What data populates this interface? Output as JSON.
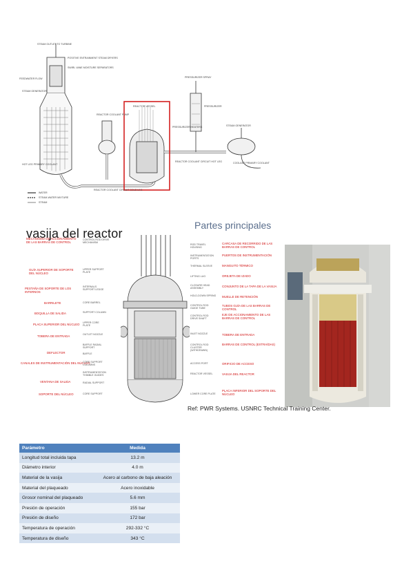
{
  "top_figure": {
    "labels": {
      "steam_outlet": "STEAM OUTLET TO TURBINE",
      "positive_entrainment": "POSITIVE ENTRAINMENT STEAM DRYERS",
      "swirl_vane": "SWIRL VANE MOISTURE SEPARATORS",
      "feedwater_flow": "FEEDWATER FLOW",
      "steam_generator": "STEAM GENERATOR",
      "reactor_coolant_pump": "REACTOR COOLANT PUMP",
      "reactor_vessel": "REACTOR VESSEL",
      "pressurizer_spray": "PRESSURIZER SPRAY",
      "pressurizer": "PRESSURIZER",
      "pressurizer_heaters": "PRESSURIZER HEATERS",
      "steam_generator_right": "STEAM GENERATOR",
      "hot_leg": "HOT LEG PRIMARY COOLANT",
      "coolant_primary": "COOLANT PRIMARY COOLANT",
      "rcs_hot_leg": "REACTOR COOLANT CIRCUIT HOT LEG",
      "rcs_cold_leg": "REACTOR COOLANT CIRCUIT COLD LEG"
    },
    "legend": [
      "WATER",
      "STEAM-WATER MIXTURE",
      "STEAM"
    ]
  },
  "middle_figure": {
    "title_left": "vasija del reactor",
    "title_right": "Partes principales",
    "left_labels_red": [
      "MECANISMO DE ACCIONAMIENTO DE LAS BARRAS DE CONTROL",
      "GUÍA SUPERIOR DE SOPORTE DEL NÚCLEO",
      "PESTAÑA DE SOPORTE DE LOS INTERNOS",
      "BARRILETE",
      "BOQUILLA DE SALIDA",
      "PLACA SUPERIOR DEL NÚCLEO",
      "TOBERA DE ENTRADA",
      "DEFLECTOR",
      "CANALES DE INSTRUMENTACIÓN DEL NÚCLEO",
      "VENTANA DE SALIDA",
      "SOPORTE DEL NÚCLEO"
    ],
    "left_labels_small": [
      "CONTROL ROD DRIVE MECHANISM",
      "UPPER SUPPORT PLATE",
      "INTERNALS SUPPORT LEDGE",
      "CORE BARREL",
      "SUPPORT COLUMN",
      "UPPER CORE PLATE",
      "OUTLET NOZZLE",
      "BAFFLE RADIAL SUPPORT",
      "BAFFLE",
      "CORE SUPPORT COLUMNS",
      "INSTRUMENTATION THIMBLE GUIDES",
      "RADIAL SUPPORT",
      "CORE SUPPORT"
    ],
    "right_labels_small": [
      "ROD TRAVEL HOUSING",
      "INSTRUMENTATION PORTS",
      "THERMAL SLEEVE",
      "LIFTING LUG",
      "CLOSURE HEAD ASSEMBLY",
      "HOLD-DOWN SPRING",
      "CONTROL ROD GUIDE TUBE",
      "CONTROL ROD DRIVE SHAFT",
      "INLET NOZZLE",
      "CONTROL ROD CLUSTER (WITHDRAWN)",
      "ACCESS PORT",
      "REACTOR VESSEL",
      "LOWER CORE PLATE"
    ],
    "right_labels_red": [
      "CARCASA DE RECORRIDO DE LAS BARRAS DE CONTROL",
      "PUERTOS DE INSTRUMENTACIÓN",
      "MANGUITO TÉRMICO",
      "OREJETA DE IZADO",
      "CONJUNTO DE LA TAPA DE LA VASIJA",
      "MUELLE DE RETENCIÓN",
      "TUBOS GUÍA DE LAS BARRAS DE CONTROL",
      "EJE DE ACCIONAMIENTO DE LAS BARRAS DE CONTROL",
      "TOBERA DE ENTRADA",
      "BARRAS DE CONTROL (EXTRAÍDAS)",
      "ORIFICIO DE ACCESO",
      "VASIJA DEL REACTOR",
      "PLACA INFERIOR DEL SOPORTE DEL NÚCLEO"
    ],
    "reference": "Ref: PWR Systems. USNRC Technical Training Center."
  },
  "table": {
    "headers": [
      "Parámetro",
      "Medida"
    ],
    "rows": [
      [
        "Longitud total incluida tapa",
        "13.2 m"
      ],
      [
        "Diámetro interior",
        "4.0 m"
      ],
      [
        "Material de la vasija",
        "Acero al carbono de baja aleación"
      ],
      [
        "Material del plaqueado",
        "Acero inoxidable"
      ],
      [
        "Grosor nominal del plaqueado",
        "5.6 mm"
      ],
      [
        "Presión de operación",
        "155 bar"
      ],
      [
        "Presión de diseño",
        "172 bar"
      ],
      [
        "Temperatura de operación",
        "292-332 °C"
      ],
      [
        "Temperatura de diseño",
        "343 °C"
      ]
    ]
  },
  "colors": {
    "highlight_box": "#d42020",
    "red_labels": "#d01010",
    "table_header": "#4f81bd",
    "table_row_dark": "#d3dfee",
    "table_row_light": "#eaf0f7"
  }
}
